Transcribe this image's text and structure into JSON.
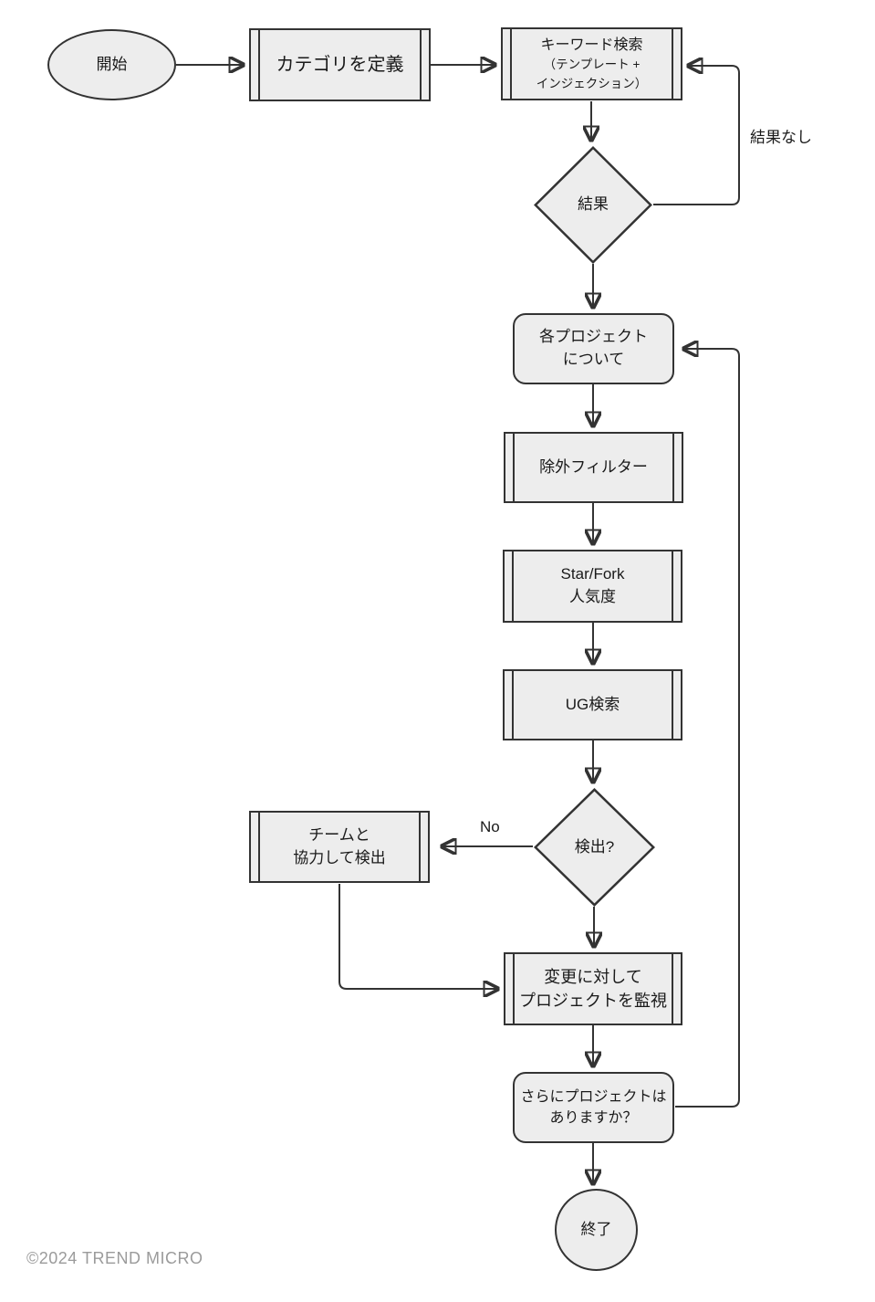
{
  "diagram": {
    "nodes": {
      "start": {
        "label": "開始"
      },
      "define_categories": {
        "label": "カテゴリを定義"
      },
      "keyword_search": {
        "title": "キーワード検索",
        "subtitle": "（テンプレート +\nインジェクション）"
      },
      "results": {
        "label": "結果"
      },
      "for_each_project": {
        "label": "各プロジェクト\nについて"
      },
      "exclusion_filter": {
        "label": "除外フィルター"
      },
      "star_fork_popularity": {
        "label": "Star/Fork\n人気度"
      },
      "ug_search": {
        "label": "UG検索"
      },
      "detected": {
        "label": "検出?"
      },
      "team_detect": {
        "label": "チームと\n協力して検出"
      },
      "monitor_changes": {
        "label": "変更に対して\nプロジェクトを監視"
      },
      "more_projects": {
        "label": "さらにプロジェクトは\nありますか？"
      },
      "end": {
        "label": "終了"
      }
    },
    "edge_labels": {
      "no_results": "結果なし",
      "no": "No"
    },
    "colors": {
      "node_fill": "#ededed",
      "node_border": "#333333",
      "edge": "#333333",
      "text": "#1a1a1a",
      "footer_text": "#9b9b9b"
    }
  },
  "footer": {
    "copyright": "©2024 TREND MICRO"
  }
}
